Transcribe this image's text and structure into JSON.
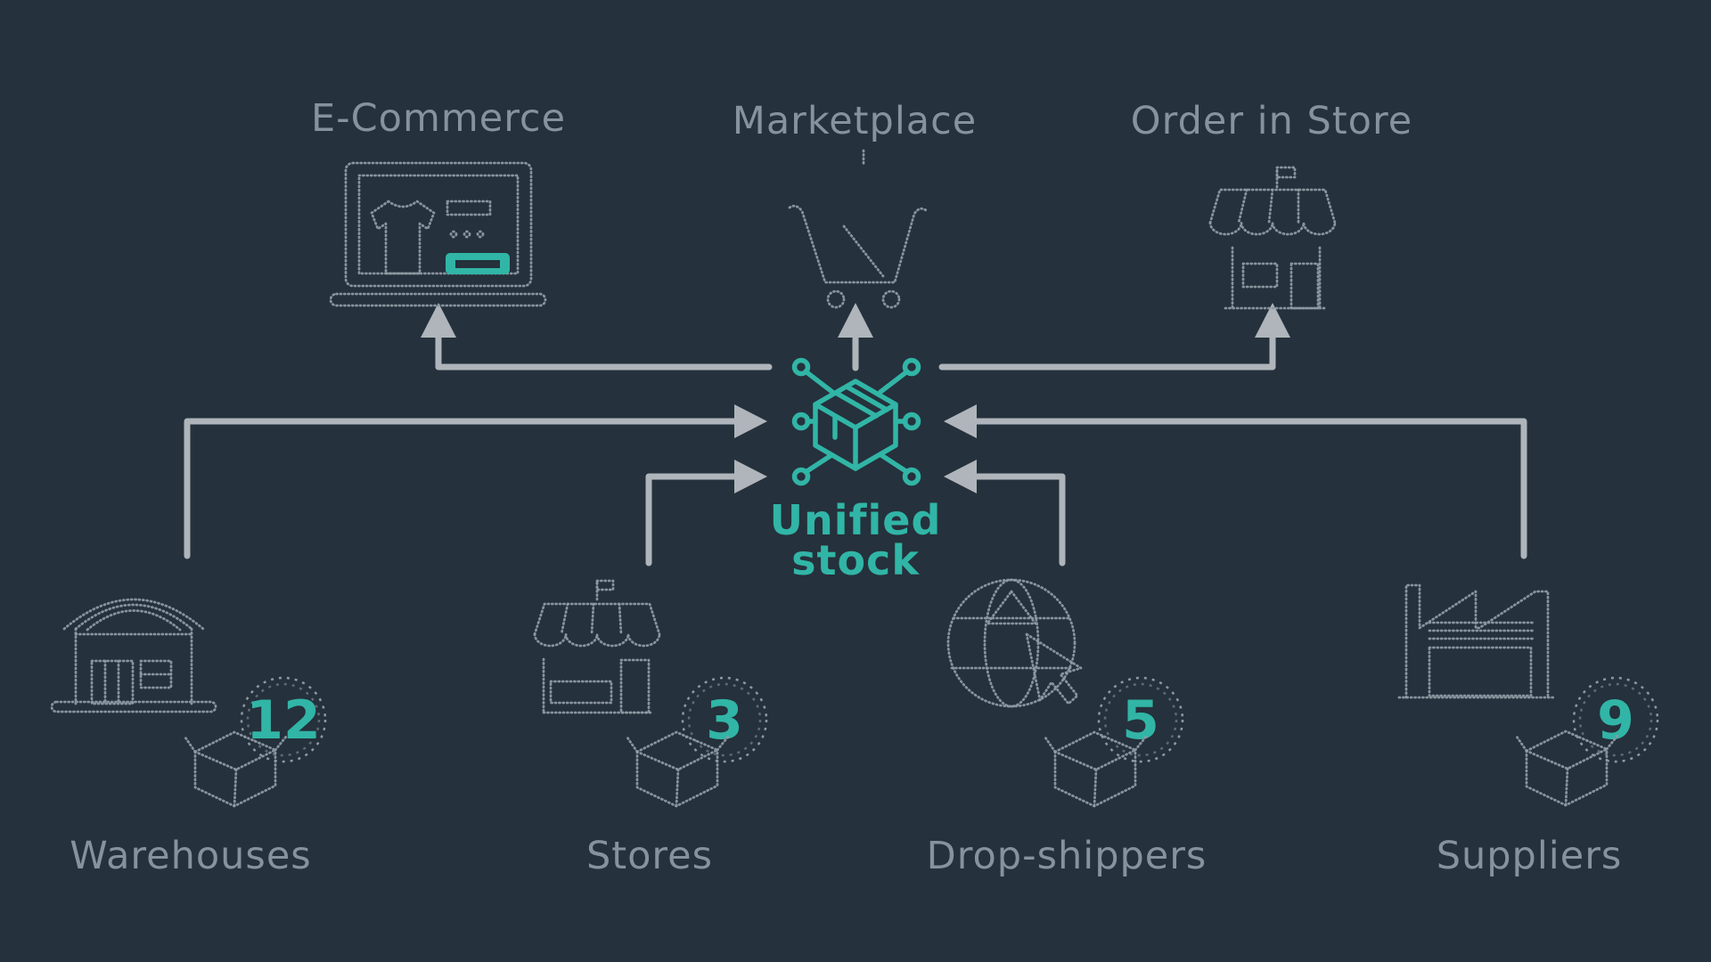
{
  "diagram": {
    "center": {
      "icon": "unified-stock-box-network-icon",
      "label_line1": "Unified",
      "label_line2": "stock"
    },
    "channels": [
      {
        "id": "ecommerce",
        "label": "E-Commerce",
        "icon": "laptop-shop-icon"
      },
      {
        "id": "marketplace",
        "label": "Marketplace",
        "icon": "shopping-cart-icon"
      },
      {
        "id": "order-in-store",
        "label": "Order in Store",
        "icon": "storefront-awning-icon"
      }
    ],
    "sources": [
      {
        "id": "warehouses",
        "label": "Warehouses",
        "count": "12",
        "icon": "warehouse-icon"
      },
      {
        "id": "stores",
        "label": "Stores",
        "count": "3",
        "icon": "store-icon"
      },
      {
        "id": "drop-shippers",
        "label": "Drop-shippers",
        "count": "5",
        "icon": "globe-cursor-icon"
      },
      {
        "id": "suppliers",
        "label": "Suppliers",
        "count": "9",
        "icon": "factory-icon"
      }
    ],
    "colors": {
      "background": "#25313C",
      "teal": "#31B5A6",
      "arrow": "#AFB5BA",
      "icon_gray": "#8E99A2",
      "label_gray": "#86929C"
    }
  }
}
